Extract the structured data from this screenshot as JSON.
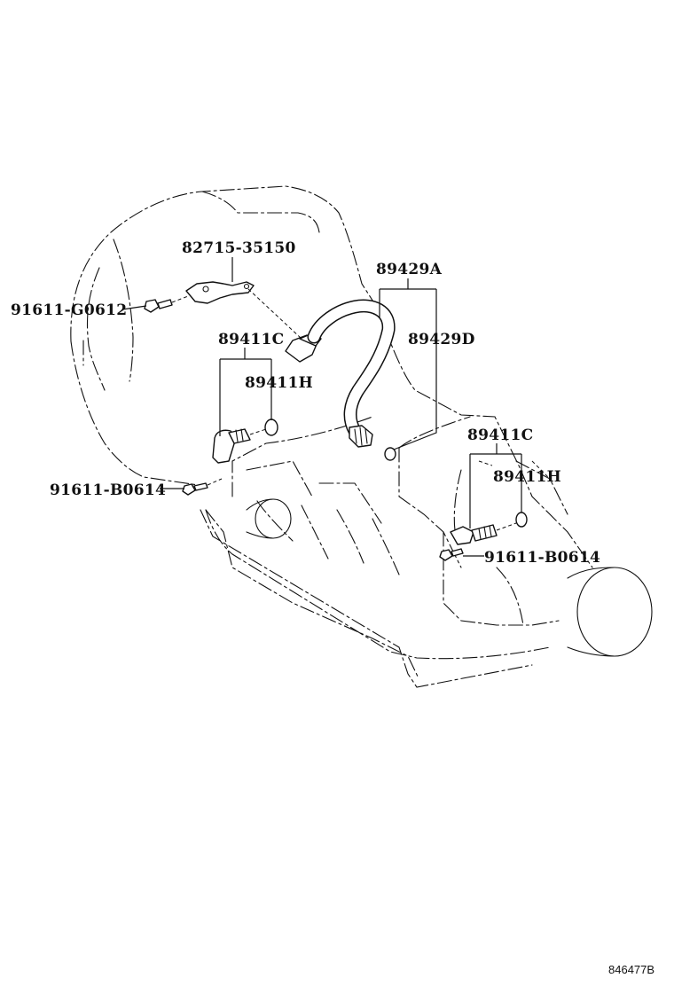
{
  "callouts": {
    "p82715": "82715-35150",
    "p91611_g0612": "91611-G0612",
    "p89411c_left": "89411C",
    "p89411h_left": "89411H",
    "p91611_b0614_left": "91611-B0614",
    "p89429a": "89429A",
    "p89429d": "89429D",
    "p89411c_right": "89411C",
    "p89411h_right": "89411H",
    "p91611_b0614_right": "91611-B0614"
  },
  "figure_id": "846477B"
}
